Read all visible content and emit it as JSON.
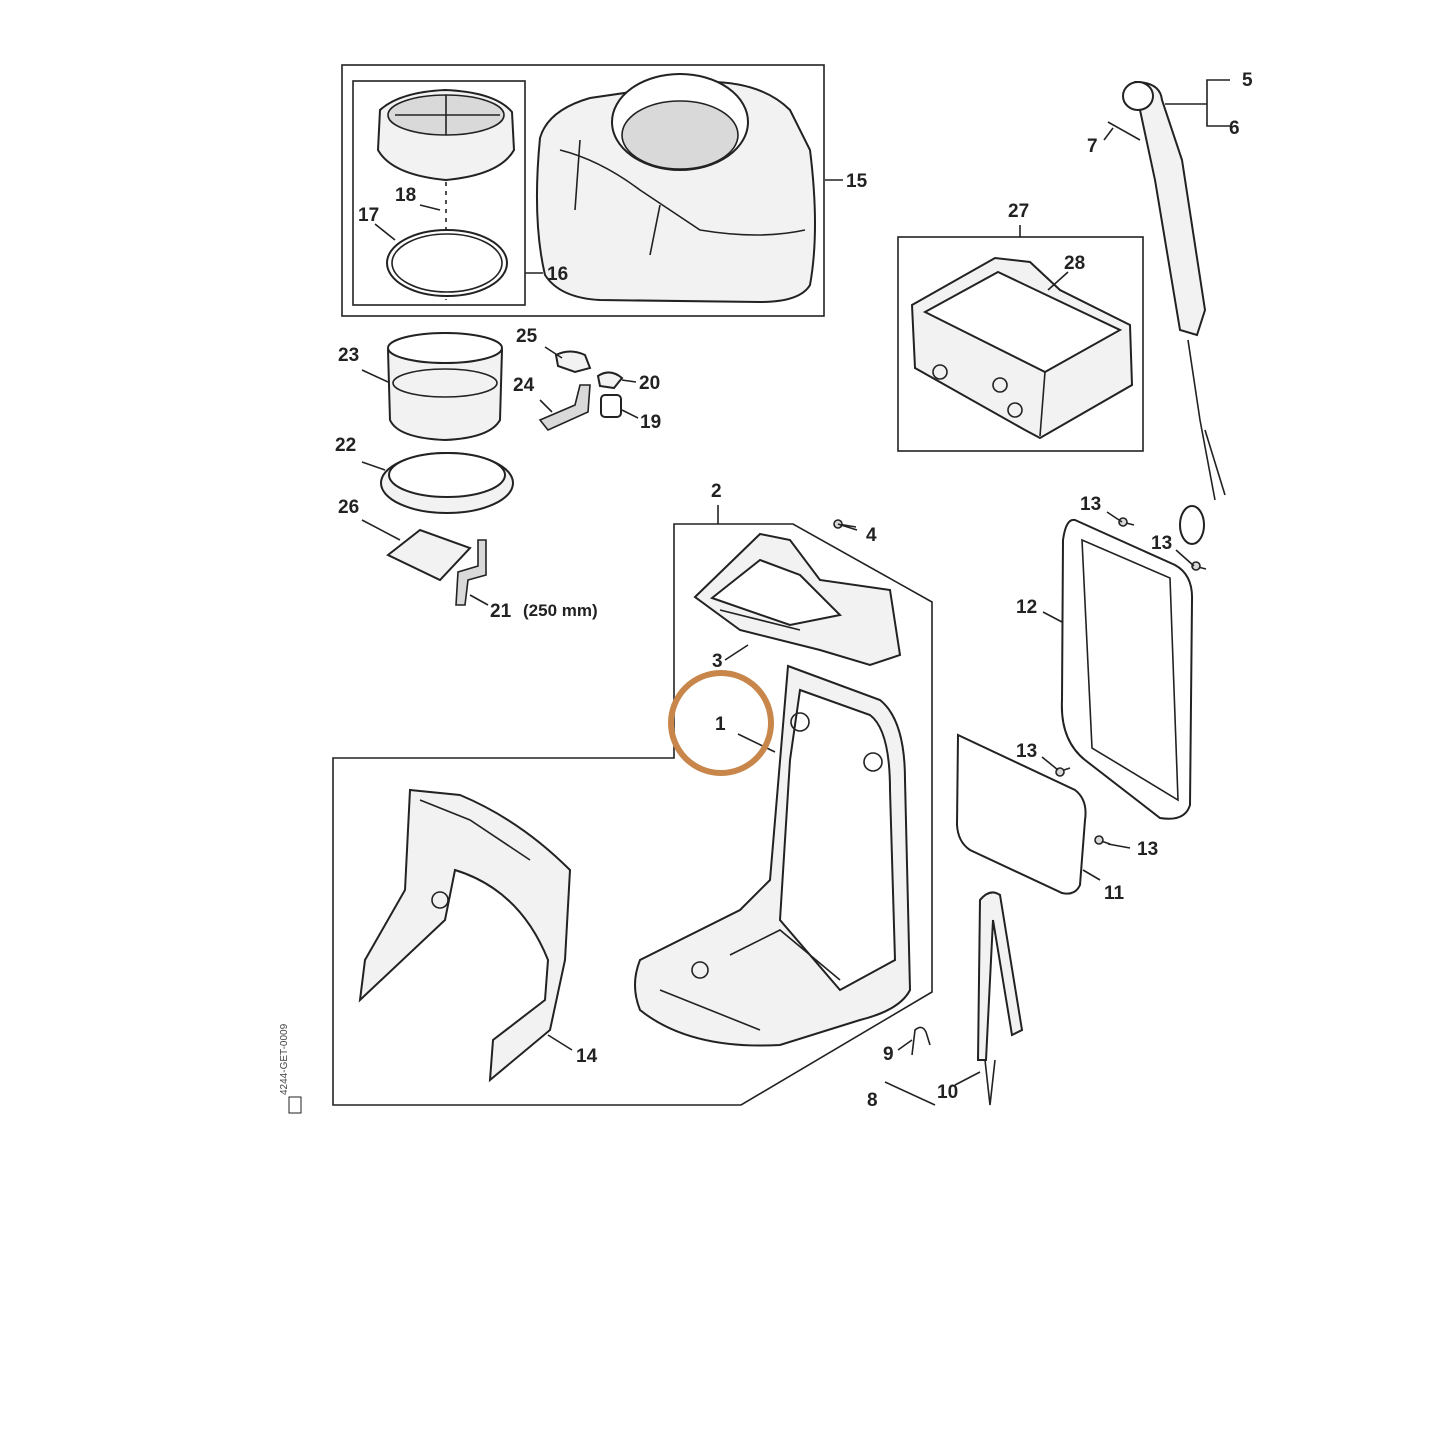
{
  "callouts": [
    {
      "id": "c1",
      "text": "1"
    },
    {
      "id": "c2",
      "text": "2"
    },
    {
      "id": "c3",
      "text": "3"
    },
    {
      "id": "c4",
      "text": "4"
    },
    {
      "id": "c5",
      "text": "5"
    },
    {
      "id": "c6",
      "text": "6"
    },
    {
      "id": "c7",
      "text": "7"
    },
    {
      "id": "c8",
      "text": "8"
    },
    {
      "id": "c9",
      "text": "9"
    },
    {
      "id": "c10",
      "text": "10"
    },
    {
      "id": "c11",
      "text": "11"
    },
    {
      "id": "c12",
      "text": "12"
    },
    {
      "id": "c13a",
      "text": "13"
    },
    {
      "id": "c13b",
      "text": "13"
    },
    {
      "id": "c13c",
      "text": "13"
    },
    {
      "id": "c13d",
      "text": "13"
    },
    {
      "id": "c14",
      "text": "14"
    },
    {
      "id": "c15",
      "text": "15"
    },
    {
      "id": "c16",
      "text": "16"
    },
    {
      "id": "c17",
      "text": "17"
    },
    {
      "id": "c18",
      "text": "18"
    },
    {
      "id": "c19",
      "text": "19"
    },
    {
      "id": "c20",
      "text": "20"
    },
    {
      "id": "c21",
      "text": "21"
    },
    {
      "id": "c22",
      "text": "22"
    },
    {
      "id": "c23",
      "text": "23"
    },
    {
      "id": "c24",
      "text": "24"
    },
    {
      "id": "c25",
      "text": "25"
    },
    {
      "id": "c26",
      "text": "26"
    },
    {
      "id": "c27",
      "text": "27"
    },
    {
      "id": "c28",
      "text": "28"
    }
  ],
  "hose_length_note": "(250 mm)",
  "drawing_code": "4244-GET-0009",
  "highlight": {
    "callout": "1",
    "color": "#c8864a"
  },
  "colors": {
    "line": "#222222",
    "fill": "#f2f2f2",
    "highlight": "#c8864a"
  }
}
